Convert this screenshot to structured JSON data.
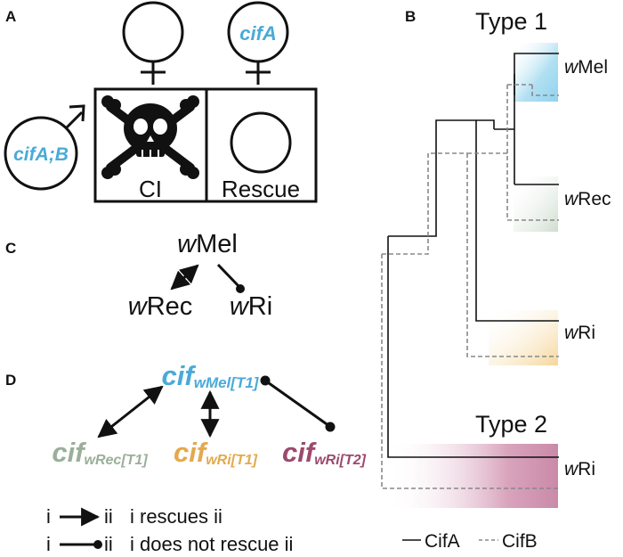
{
  "panels": {
    "a": "A",
    "b": "B",
    "c": "C",
    "d": "D"
  },
  "colors": {
    "cif_blue": "#4aaad8",
    "wrec_green": "#9aaf9a",
    "wri_t1_orange": "#e3a94c",
    "wri_t2_maroon": "#9b4a6c"
  },
  "panel_a": {
    "female_gene": "cifA",
    "male_gene": "cifA;B",
    "ci_label": "CI",
    "rescue_label": "Rescue",
    "icons": [
      "female-symbol",
      "male-symbol",
      "skull-crossbones-icon"
    ]
  },
  "panel_c": {
    "w": "w",
    "top": "Mel",
    "left": "Rec",
    "right": "Ri"
  },
  "panel_d": {
    "cif": "cif",
    "top_sub": "wMel[T1]",
    "left_sub": "wRec[T1]",
    "mid_sub": "wRi[T1]",
    "right_sub": "wRi[T2]"
  },
  "legend": {
    "i": "i",
    "ii": "ii",
    "rescue_text": "i rescues ii",
    "no_rescue_text": "i does not rescue ii"
  },
  "panel_b": {
    "type1": "Type 1",
    "type2": "Type 2",
    "w": "w",
    "tips": [
      "Mel",
      "Rec",
      "Ri",
      "Ri"
    ],
    "legend_solid": "CifA",
    "legend_dashed": "CifB"
  }
}
